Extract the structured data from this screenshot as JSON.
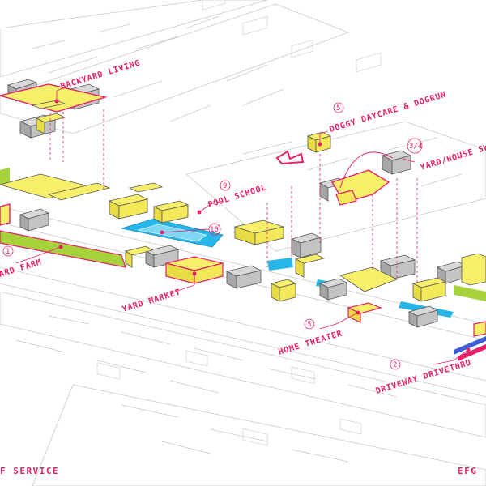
{
  "labels": {
    "backyard_living": "BACKYARD LIVING",
    "doggy_daycare": "DOGGY DAYCARE & DOGRUN",
    "yard_house_swap": "YARD/HOUSE SWAP",
    "pool_school": "POOL SCHOOL",
    "yard_farm": "ARD FARM",
    "yard_market": "YARD MARKET",
    "home_theater": "HOME THEATER",
    "driveway_drivethru": "DRIVEWAY DRIVETHRU"
  },
  "numbers": {
    "doggy": "5",
    "swap": "3/4",
    "pool_school": "9",
    "pool_ten": "10",
    "farm": "1",
    "theater": "5",
    "drivethru": "2"
  },
  "footer": {
    "left": "F SERVICE",
    "right": "EFG"
  },
  "colors": {
    "accent": "#e6206a",
    "building_fill": "#f7ef6a",
    "water": "#26b6e8",
    "green": "#a6d23c",
    "blue_stripe": "#3d5fd6"
  }
}
